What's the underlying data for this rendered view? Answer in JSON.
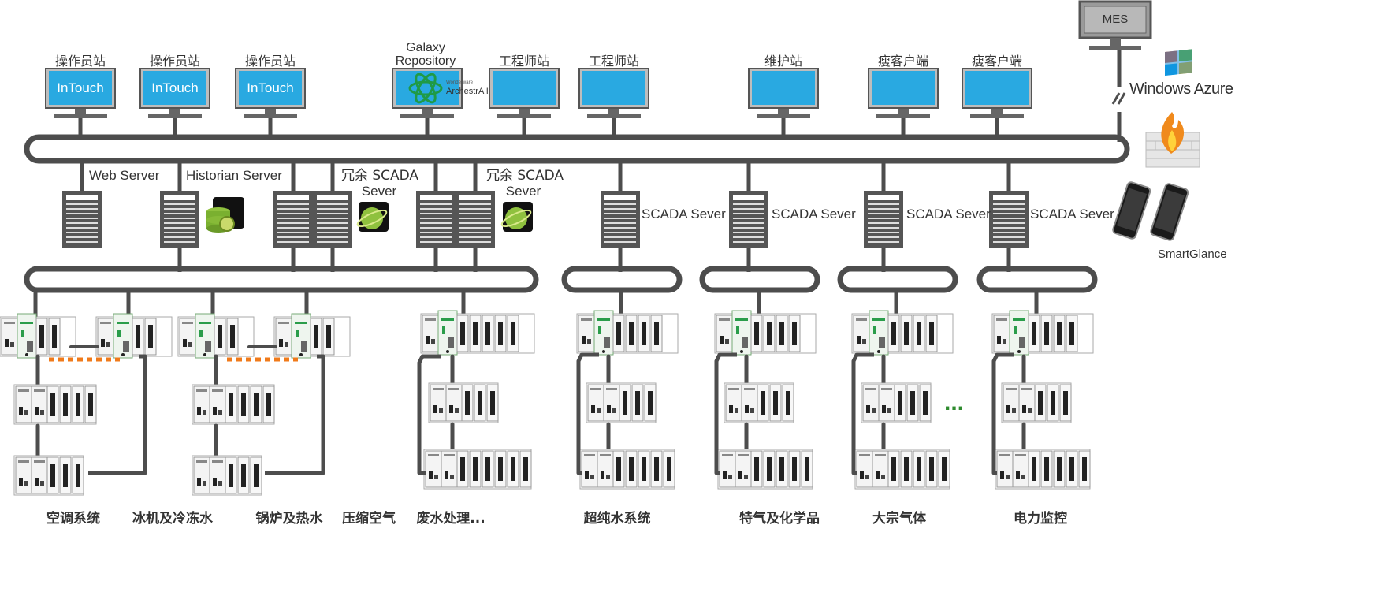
{
  "colors": {
    "network": "#4d4d4d",
    "monitor_screen": "#29a9e1",
    "intouch_text": "#ffffff",
    "link_orange": "#f07a1a",
    "ellipsis_green": "#2e8b2e",
    "server_body": "#555555"
  },
  "mes": {
    "label": "MES"
  },
  "cloud": {
    "label": "Windows Azure",
    "icon": "windows-logo-icon"
  },
  "firewall": {
    "icon": "firewall-icon"
  },
  "mobile": {
    "label": "SmartGlance",
    "icon": "smartphone-icon"
  },
  "workstations": [
    {
      "top_label": "操作员站",
      "screen_text": "InTouch"
    },
    {
      "top_label": "操作员站",
      "screen_text": "InTouch"
    },
    {
      "top_label": "操作员站",
      "screen_text": "InTouch"
    },
    {
      "top_label": "Galaxy Repository",
      "top_label_lines": [
        "Galaxy",
        "Repository"
      ],
      "screen_brand": "schneider-electric",
      "screen_text": "ArchestrA IDE",
      "screen_small": "Wonderware"
    },
    {
      "top_label": "工程师站",
      "screen_text": ""
    },
    {
      "top_label": "工程师站",
      "screen_text": ""
    },
    {
      "top_label": "维护站",
      "screen_text": ""
    },
    {
      "top_label": "瘦客户端",
      "screen_text": ""
    },
    {
      "top_label": "瘦客户端",
      "screen_text": ""
    }
  ],
  "servers": {
    "web": "Web Server",
    "historian": "Historian Server",
    "redundant_scada_1": [
      "冗余 SCADA",
      "Sever"
    ],
    "redundant_scada_2": [
      "冗余 SCADA",
      "Sever"
    ],
    "scada": [
      "SCADA Sever",
      "SCADA Sever",
      "SCADA Sever",
      "SCADA Sever"
    ]
  },
  "ellipsis": "...",
  "systems": [
    "空调系统",
    "冰机及冷冻水",
    "锅炉及热水",
    "压缩空气",
    "废水处理...",
    "超纯水系统",
    "特气及化学品",
    "大宗气体",
    "电力监控"
  ]
}
